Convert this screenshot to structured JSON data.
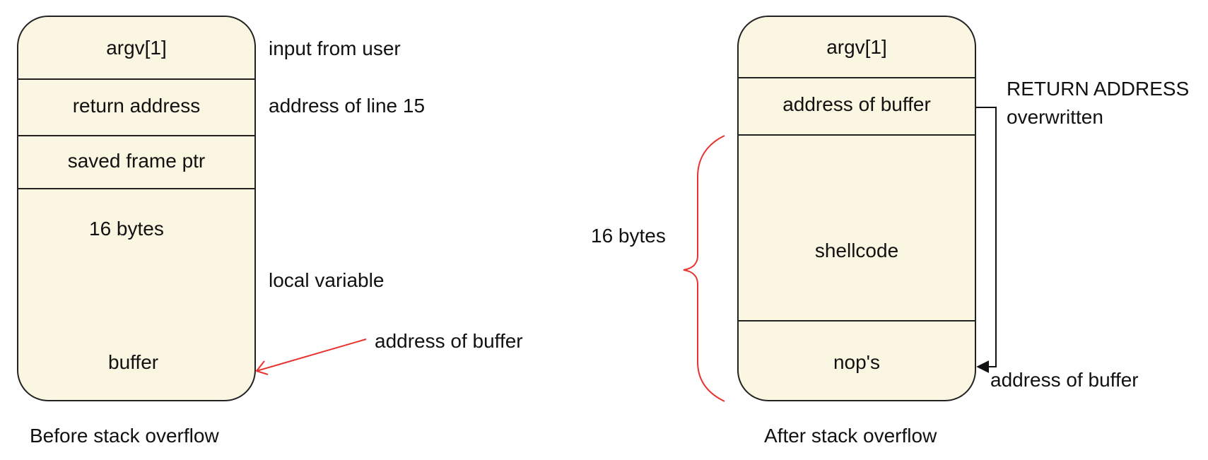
{
  "before": {
    "caption": "Before stack overflow",
    "cells": {
      "argv": "argv[1]",
      "return_address": "return address",
      "saved_frame_ptr": "saved frame ptr",
      "buffer_size": "16 bytes",
      "buffer": "buffer"
    },
    "annotations": {
      "input": "input from user",
      "return": "address of line 15",
      "local": "local variable",
      "buffer_pointer": "address of buffer"
    }
  },
  "after": {
    "caption": "After stack overflow",
    "cells": {
      "argv": "argv[1]",
      "address": "address of buffer",
      "shellcode": "shellcode",
      "nops": "nop's"
    },
    "annotations": {
      "overwritten_line1": "RETURN ADDRESS",
      "overwritten_line2": "overwritten",
      "jump_target": "address of buffer",
      "brace_size": "16 bytes"
    }
  },
  "colors": {
    "cell_fill": "#fbf6e1",
    "outline": "#222222",
    "pointer": "#e8322e"
  }
}
